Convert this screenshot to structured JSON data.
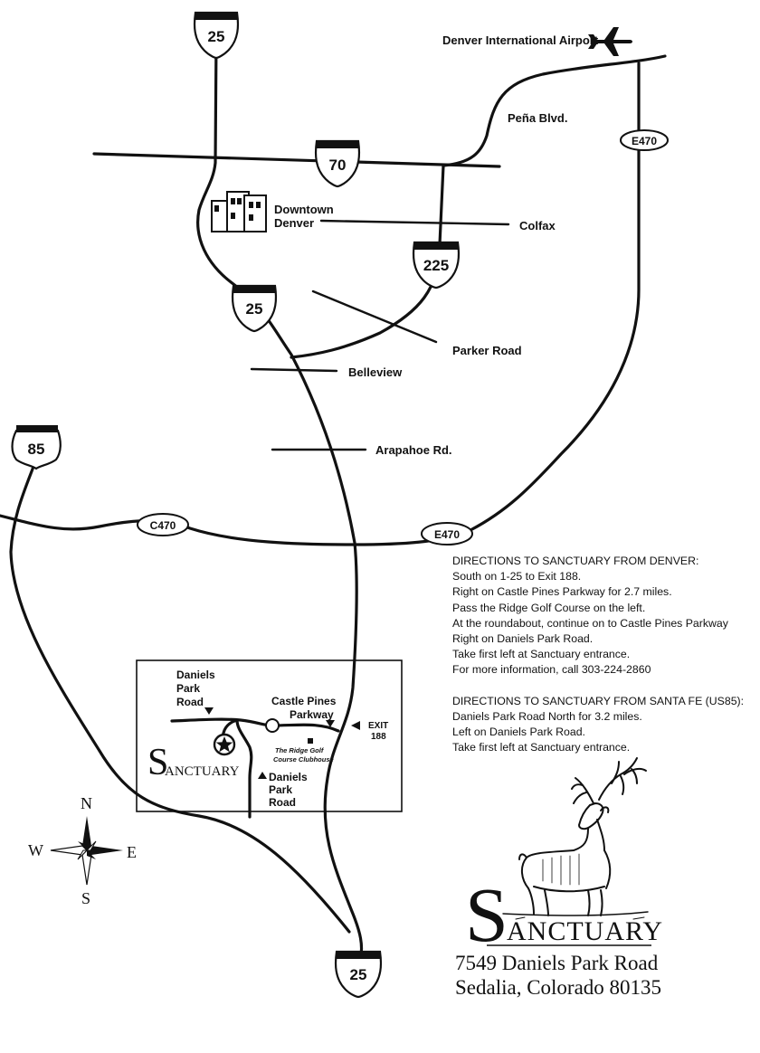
{
  "map": {
    "highways": {
      "i25_north": "25",
      "i70": "70",
      "i25_mid": "25",
      "i225": "225",
      "us85": "85",
      "i25_south": "25"
    },
    "ovals": {
      "e470_north": "E470",
      "c470": "C470",
      "e470_south": "E470"
    },
    "labels": {
      "airport": "Denver International Airport",
      "pena_blvd": "Peña Blvd.",
      "downtown_line1": "Downtown",
      "downtown_line2": "Denver",
      "colfax": "Colfax",
      "parker_road": "Parker Road",
      "belleview": "Belleview",
      "arapahoe": "Arapahoe Rd."
    },
    "inset": {
      "daniels_top": [
        "Daniels",
        "Park",
        "Road"
      ],
      "castle_pines": [
        "Castle Pines",
        "Parkway"
      ],
      "exit": [
        "EXIT",
        "188"
      ],
      "clubhouse": [
        "The Ridge Golf",
        "Course Clubhouse"
      ],
      "daniels_bottom": [
        "Daniels",
        "Park",
        "Road"
      ],
      "sanctuary_initial": "S",
      "sanctuary_rest": "ANCTUARY"
    },
    "compass": {
      "n": "N",
      "s": "S",
      "e": "E",
      "w": "W"
    }
  },
  "directions": {
    "from_denver": [
      "DIRECTIONS TO SANCTUARY FROM DENVER:",
      "South on 1-25 to Exit 188.",
      "Right on Castle Pines Parkway for 2.7 miles.",
      "Pass the Ridge Golf Course on the left.",
      "At the roundabout, continue on to Castle Pines Parkway",
      "Right on Daniels Park Road.",
      "Take first left at Sanctuary entrance.",
      "For more information, call 303-224-2860"
    ],
    "from_santa_fe": [
      "DIRECTIONS TO SANCTUARY FROM SANTA FE (US85):",
      "Daniels Park Road North for 3.2 miles.",
      "Left on Daniels Park Road.",
      "Take first left at Sanctuary entrance."
    ]
  },
  "brand": {
    "initial": "S",
    "rest": "ANCTUARY",
    "address_line1": "7549 Daniels Park Road",
    "address_line2": "Sedalia, Colorado 80135"
  }
}
